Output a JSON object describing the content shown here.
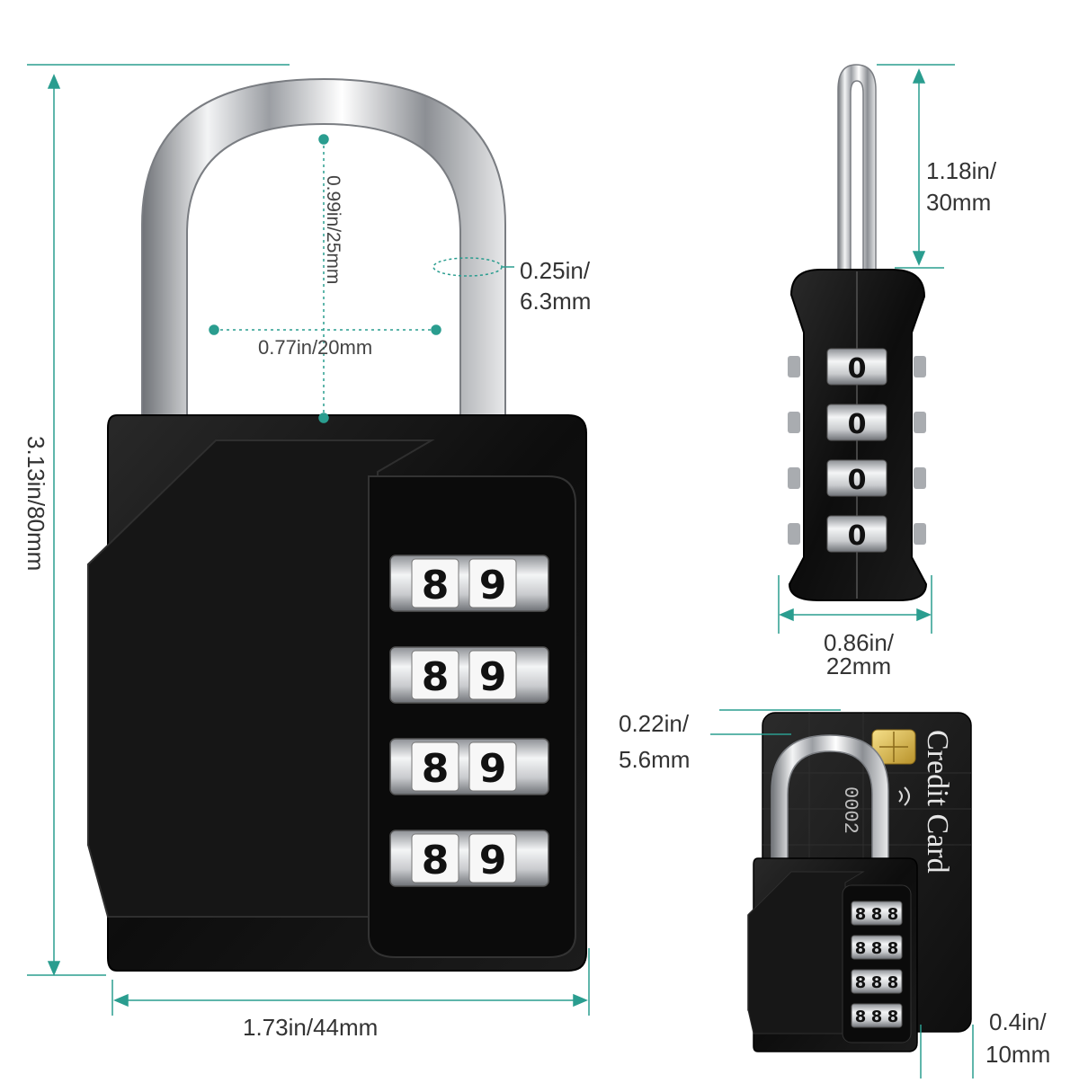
{
  "colors": {
    "dimension_line": "#2a9d8f",
    "lock_body": "#111111",
    "shackle": "#c7c9cc",
    "text": "#333333",
    "card": "#1b1b1b"
  },
  "main_lock": {
    "height_label": "3.13in/80mm",
    "width_label": "1.73in/44mm",
    "shackle_inner_height_label": "0.99in/25mm",
    "shackle_inner_width_label": "0.77in/20mm",
    "shackle_thickness_label_line1": "0.25in/",
    "shackle_thickness_label_line2": "6.3mm",
    "dial_rows": [
      {
        "left": "8",
        "right": "9"
      },
      {
        "left": "8",
        "right": "9"
      },
      {
        "left": "8",
        "right": "9"
      },
      {
        "left": "8",
        "right": "9"
      }
    ]
  },
  "side_lock": {
    "shackle_height_line1": "1.18in/",
    "shackle_height_line2": "30mm",
    "thickness_line1": "0.86in/",
    "thickness_line2": "22mm",
    "dial_digits": [
      "0",
      "0",
      "0",
      "0"
    ]
  },
  "card_compare": {
    "card_thickness_line1": "0.22in/",
    "card_thickness_line2": "5.6mm",
    "lock_thickness_line1": "0.4in/",
    "lock_thickness_line2": "10mm",
    "card_title": "Credit Card",
    "card_number_fragment": "0002",
    "dial_digits": [
      "8",
      "8",
      "8",
      "8"
    ]
  }
}
